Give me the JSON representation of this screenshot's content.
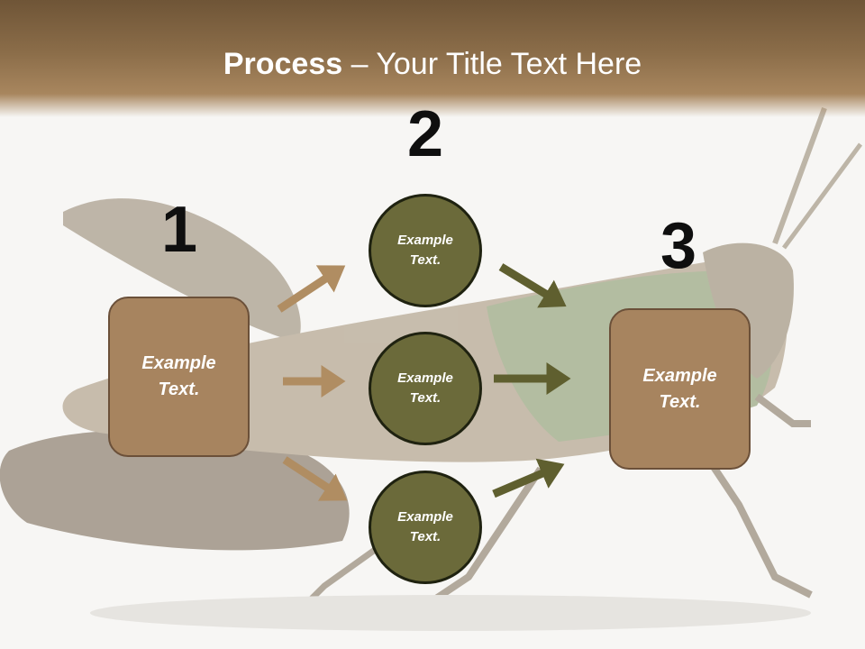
{
  "title": {
    "bold": "Process",
    "rest": " – Your Title Text Here"
  },
  "steps": {
    "n1": "1",
    "n2": "2",
    "n3": "3"
  },
  "left_box": {
    "text": "Example Text."
  },
  "right_box": {
    "text": "Example Text."
  },
  "circles": [
    {
      "text": "Example Text."
    },
    {
      "text": "Example Text."
    },
    {
      "text": "Example Text."
    }
  ],
  "colors": {
    "box": "#a7845f",
    "circle": "#6b6a3a",
    "arrow_left": "#b08d62",
    "arrow_right": "#5f5f2f"
  }
}
